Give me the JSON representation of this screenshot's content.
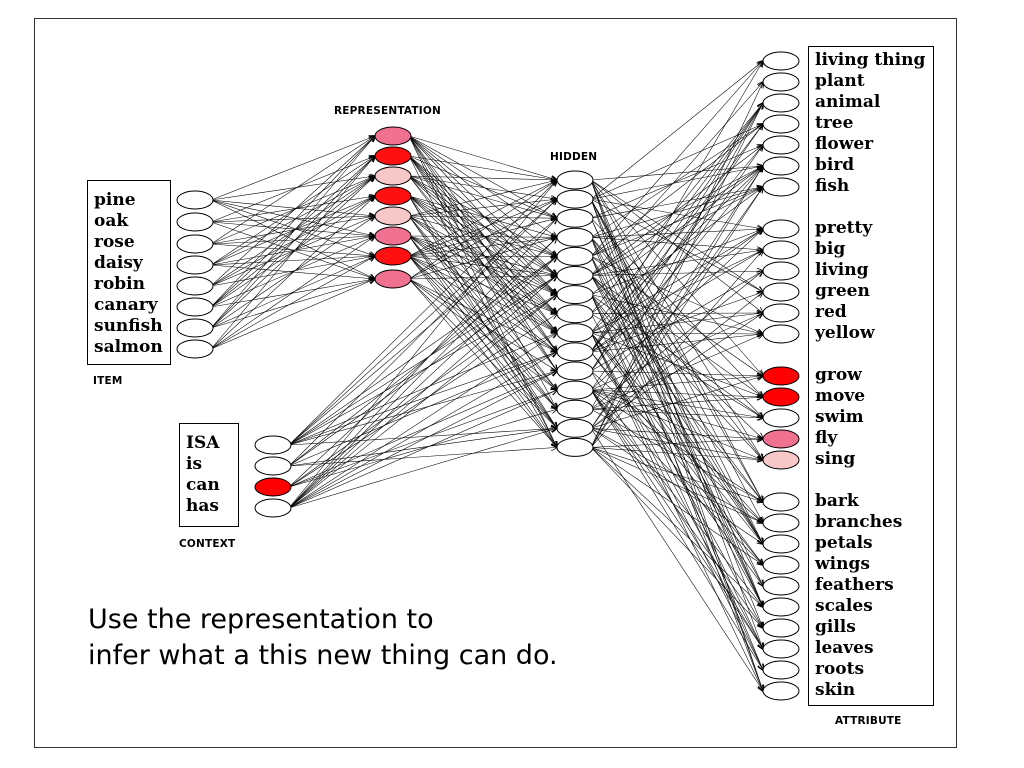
{
  "layers": {
    "item": {
      "caption": "ITEM",
      "labels": [
        "pine",
        "oak",
        "rose",
        "daisy",
        "robin",
        "canary",
        "sunfish",
        "salmon"
      ],
      "fills": [
        "#ffffff",
        "#ffffff",
        "#ffffff",
        "#ffffff",
        "#ffffff",
        "#ffffff",
        "#ffffff",
        "#ffffff"
      ]
    },
    "context": {
      "caption": "CONTEXT",
      "labels": [
        "ISA",
        "is",
        "can",
        "has"
      ],
      "fills": [
        "#ffffff",
        "#ffffff",
        "#ff0000",
        "#ffffff"
      ]
    },
    "representation": {
      "caption": "REPRESENTATION",
      "fills": [
        "#f07090",
        "#ff1010",
        "#f8c8c8",
        "#ff1010",
        "#f8c8c8",
        "#f07090",
        "#ff1010",
        "#f07090"
      ]
    },
    "hidden": {
      "caption": "HIDDEN",
      "count": 15
    },
    "attribute": {
      "caption": "ATTRIBUTE",
      "labels": [
        "living thing",
        "plant",
        "animal",
        "tree",
        "flower",
        "bird",
        "fish",
        "pretty",
        "big",
        "living",
        "green",
        "red",
        "yellow",
        "grow",
        "move",
        "swim",
        "fly",
        "sing",
        "bark",
        "branches",
        "petals",
        "wings",
        "feathers",
        "scales",
        "gills",
        "leaves",
        "roots",
        "skin"
      ],
      "fills": [
        "#ffffff",
        "#ffffff",
        "#ffffff",
        "#ffffff",
        "#ffffff",
        "#ffffff",
        "#ffffff",
        "#ffffff",
        "#ffffff",
        "#ffffff",
        "#ffffff",
        "#ffffff",
        "#ffffff",
        "#ff0000",
        "#ff0000",
        "#ffffff",
        "#f07090",
        "#f8c8c8",
        "#ffffff",
        "#ffffff",
        "#ffffff",
        "#ffffff",
        "#ffffff",
        "#ffffff",
        "#ffffff",
        "#ffffff",
        "#ffffff",
        "#ffffff"
      ]
    }
  },
  "caption": "Use the representation to\ninfer what a this new thing can do."
}
